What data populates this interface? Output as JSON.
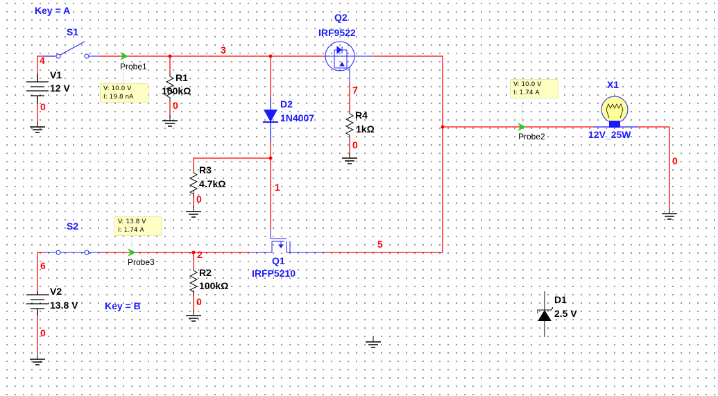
{
  "schematic": {
    "keys": {
      "s1_key": "Key = A",
      "s2_key": "Key = B"
    },
    "components": {
      "S1": {
        "ref": "S1"
      },
      "S2": {
        "ref": "S2"
      },
      "V1": {
        "ref": "V1",
        "value": "12 V"
      },
      "V2": {
        "ref": "V2",
        "value": "13.8 V"
      },
      "R1": {
        "ref": "R1",
        "value": "100kΩ"
      },
      "R2": {
        "ref": "R2",
        "value": "100kΩ"
      },
      "R3": {
        "ref": "R3",
        "value": "4.7kΩ"
      },
      "R4": {
        "ref": "R4",
        "value": "1kΩ"
      },
      "D1": {
        "ref": "D1",
        "value": "2.5 V"
      },
      "D2": {
        "ref": "D2",
        "value": "1N4007"
      },
      "Q1": {
        "ref": "Q1",
        "value": "IRFP5210"
      },
      "Q2": {
        "ref": "Q2",
        "value": "IRF9522"
      },
      "X1": {
        "ref": "X1",
        "value": "12V_25W"
      }
    },
    "nets": {
      "n4": "4",
      "n3": "3",
      "n7": "7",
      "n1": "1",
      "n2": "2",
      "n5": "5",
      "n6": "6",
      "gnd": "0"
    },
    "probes": [
      {
        "name": "Probe1",
        "voltage": "V: 10.0 V",
        "current": "I: 19.8 nA"
      },
      {
        "name": "Probe2",
        "voltage": "V: 10.0 V",
        "current": "I: 1.74 A"
      },
      {
        "name": "Probe3",
        "voltage": "V: 13.8 V",
        "current": "I: 1.74 A"
      }
    ],
    "colors": {
      "wire": "#ff0000",
      "component": "#1a1aff",
      "probe_arrow": "#22cc22",
      "probe_box": "#ffffc4"
    }
  }
}
